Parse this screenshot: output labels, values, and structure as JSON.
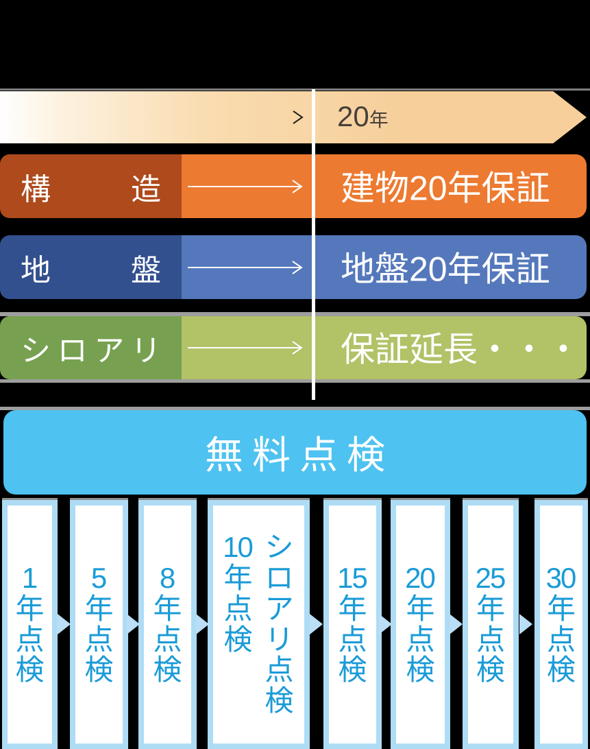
{
  "colors": {
    "background": "#000000",
    "timeline_bar_end": "#f6cf9a",
    "timeline_text": "#46403a",
    "structure_dark": "#ae4a1c",
    "structure_light": "#ec7a31",
    "ground_dark": "#33508e",
    "ground_light": "#5478bb",
    "termite_dark": "#77a150",
    "termite_light": "#b1c267",
    "free_inspection_bg": "#4ec2f0",
    "card_border": "#aedcf5",
    "card_text": "#1a9bd7",
    "gap_arrow": "#b9def5",
    "divider_grey": "#9e9e9e",
    "row_text": "#ffffff"
  },
  "timeline": {
    "duration": {
      "value": "20",
      "unit": "年"
    }
  },
  "warranty_rows": [
    {
      "category": "構造",
      "result": "建物20年保証"
    },
    {
      "category": "地盤",
      "result": "地盤20年保証"
    },
    {
      "category": "シロアリ",
      "result": "保証延長・・・"
    }
  ],
  "free_inspection": {
    "label": "無料点検"
  },
  "inspection_cards": [
    {
      "columns": [
        "1年点検"
      ]
    },
    {
      "columns": [
        "5年点検"
      ]
    },
    {
      "columns": [
        "8年点検"
      ]
    },
    {
      "columns": [
        "10年点検",
        "シロアリ点検"
      ]
    },
    {
      "columns": [
        "15年点検"
      ]
    },
    {
      "columns": [
        "20年点検"
      ]
    },
    {
      "columns": [
        "25年点検"
      ]
    },
    {
      "columns": [
        "30年点検"
      ]
    }
  ]
}
